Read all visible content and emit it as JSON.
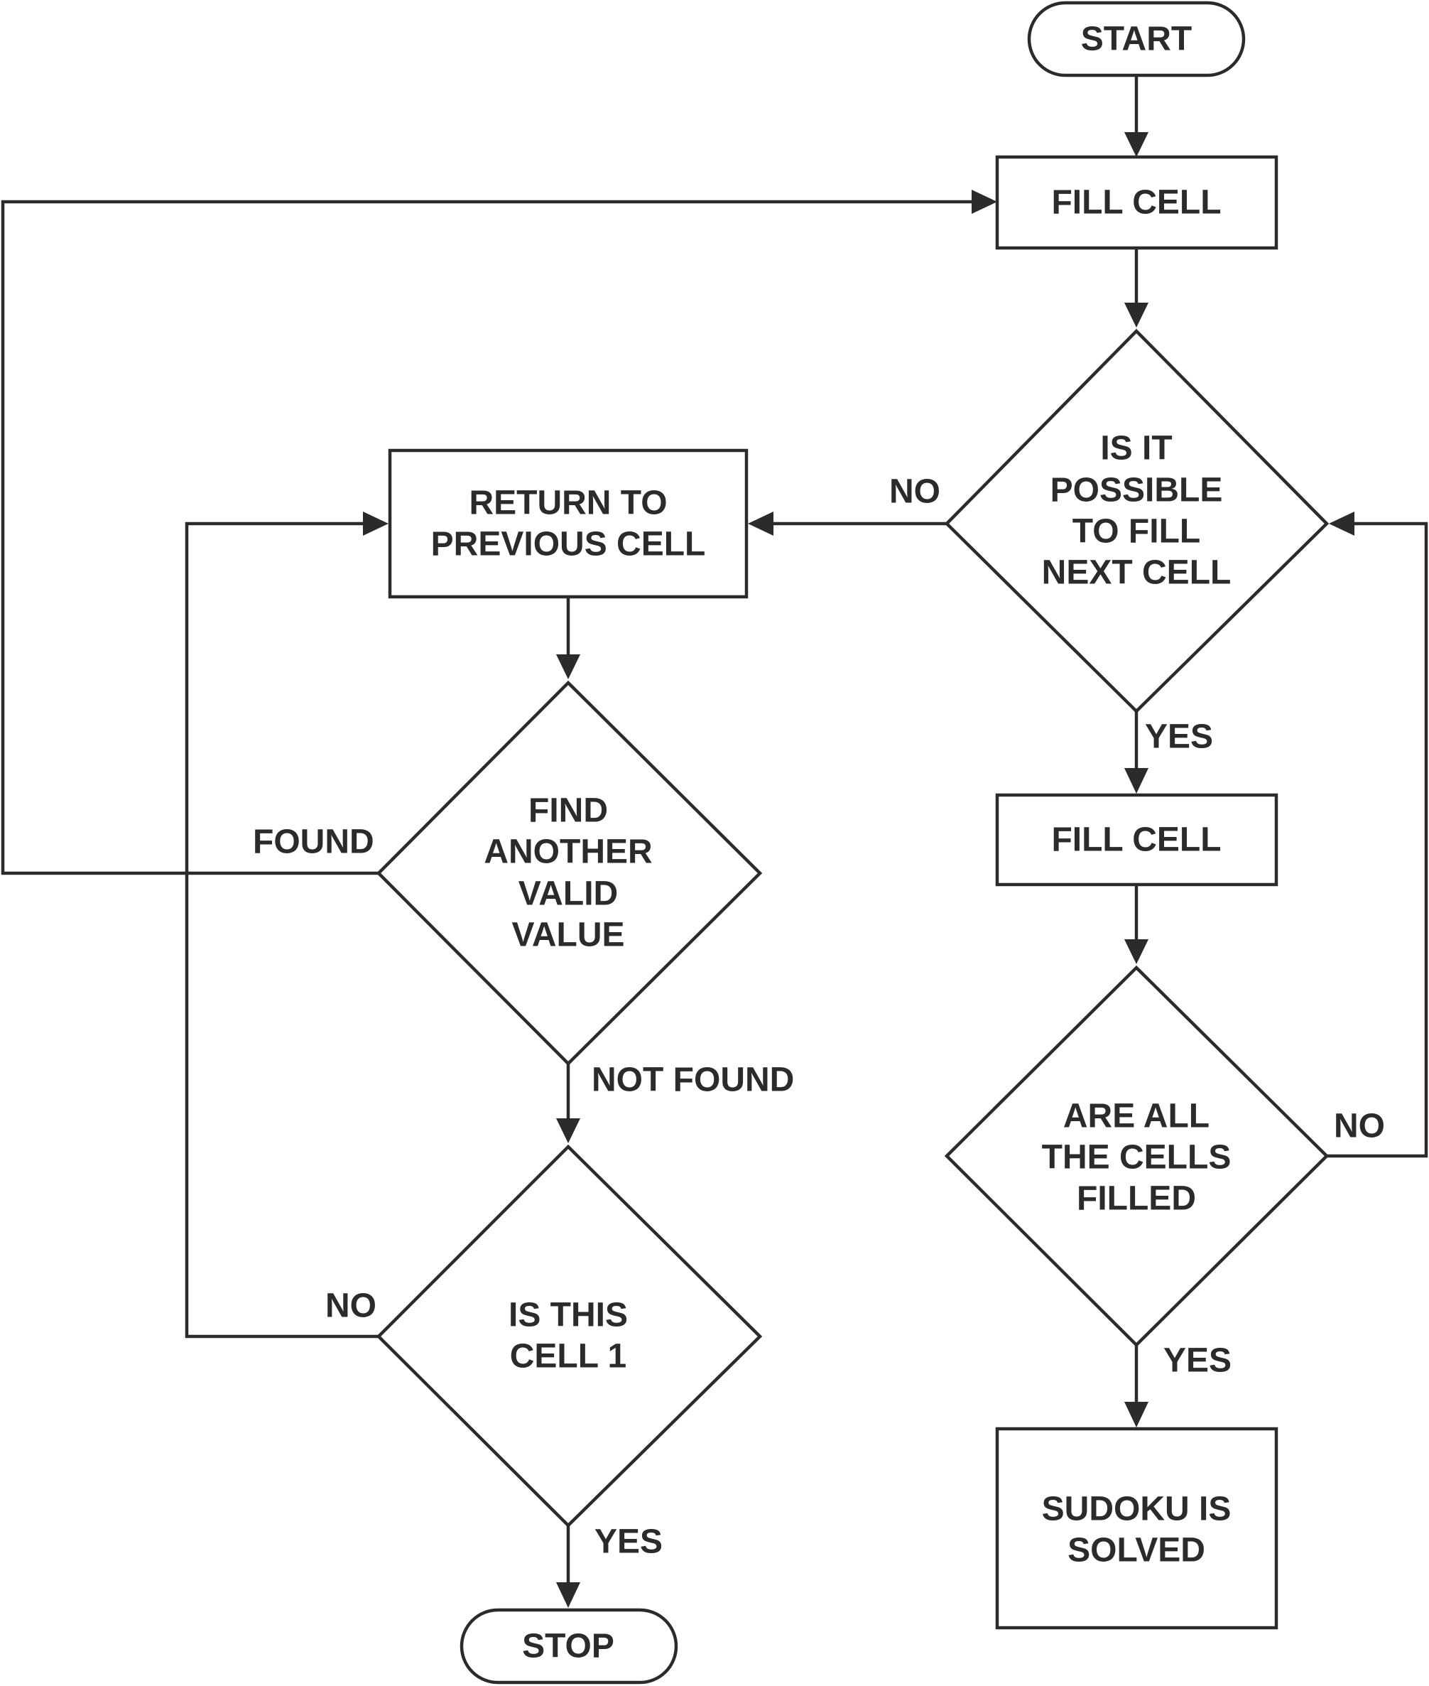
{
  "colors": {
    "stroke": "#2b2b2b",
    "background": "#ffffff",
    "text": "#2b2b2b"
  },
  "nodes": {
    "start": {
      "shape": "terminal",
      "lines": [
        "START"
      ]
    },
    "fill_cell_1": {
      "shape": "process",
      "lines": [
        "FILL CELL"
      ]
    },
    "possible_next": {
      "shape": "decision",
      "lines": [
        "IS IT",
        "POSSIBLE",
        "TO FILL",
        "NEXT CELL"
      ]
    },
    "return_prev": {
      "shape": "process",
      "lines": [
        "RETURN TO",
        "PREVIOUS CELL"
      ]
    },
    "find_another": {
      "shape": "decision",
      "lines": [
        "FIND",
        "ANOTHER",
        "VALID",
        "VALUE"
      ]
    },
    "fill_cell_2": {
      "shape": "process",
      "lines": [
        "FILL CELL"
      ]
    },
    "all_filled": {
      "shape": "decision",
      "lines": [
        "ARE ALL",
        "THE CELLS",
        "FILLED"
      ]
    },
    "is_cell_1": {
      "shape": "decision",
      "lines": [
        "IS THIS",
        "CELL 1"
      ]
    },
    "solved": {
      "shape": "process",
      "lines": [
        "SUDOKU IS",
        "SOLVED"
      ]
    },
    "stop": {
      "shape": "terminal",
      "lines": [
        "STOP"
      ]
    }
  },
  "edge_labels": {
    "possible_no": "NO",
    "possible_yes": "YES",
    "found": "FOUND",
    "not_found": "NOT FOUND",
    "all_filled_no": "NO",
    "all_filled_yes": "YES",
    "cell1_no": "NO",
    "cell1_yes": "YES"
  }
}
